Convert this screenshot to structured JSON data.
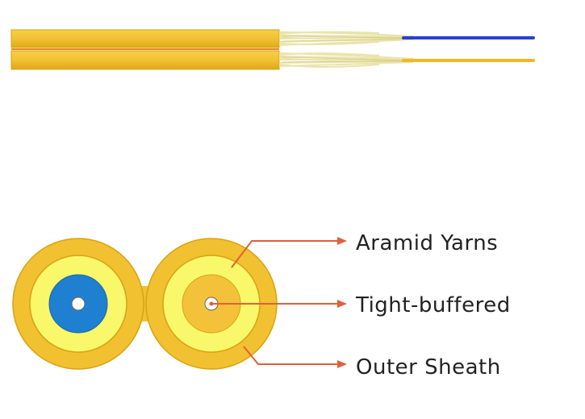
{
  "labels": {
    "aramid": "Aramid Yarns",
    "buffer": "Tight-buffered",
    "sheath": "Outer Sheath"
  },
  "colors": {
    "sheath": "#f2c131",
    "sheath_edge": "#d9a20f",
    "yarn": "#f8f86a",
    "yarn_fiber": "#ede6a8",
    "buffer_blue": "#1f7fd0",
    "buffer_yellow": "#f4c23a",
    "fiber_blue": "#2a3fd6",
    "fiber_yellow": "#f2b820",
    "arrow": "#e0603a",
    "text": "#222222"
  },
  "icons": {
    "arrow": "arrowhead-right"
  }
}
